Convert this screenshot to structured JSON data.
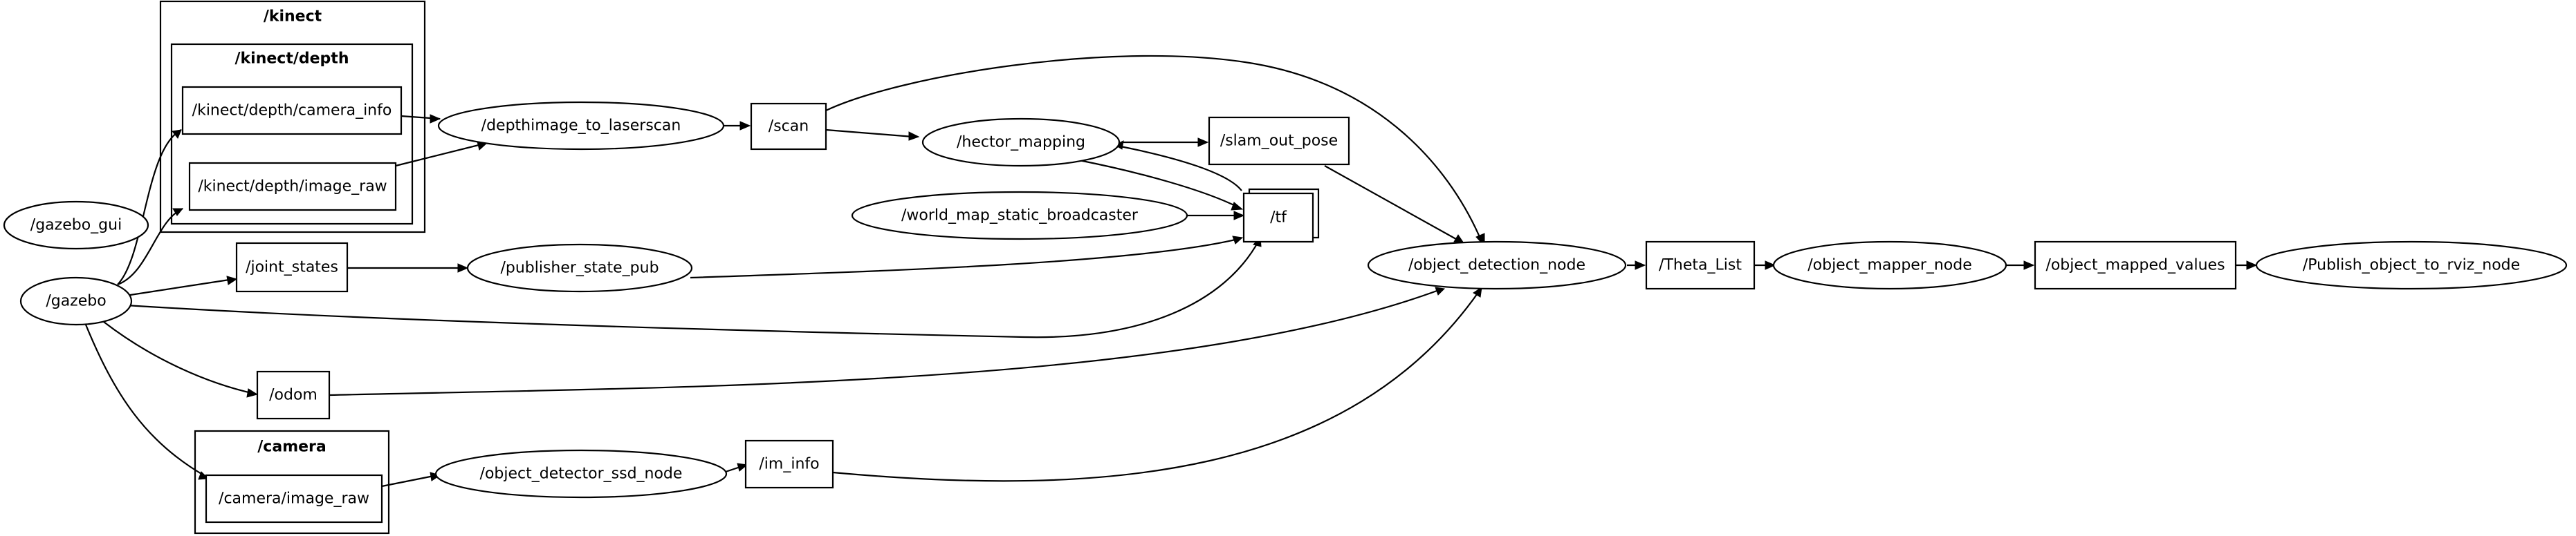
{
  "graph": {
    "clusters": {
      "kinect": "/kinect",
      "kinect_depth": "/kinect/depth",
      "camera": "/camera"
    },
    "nodes": {
      "kinect_depth_camera_info": "/kinect/depth/camera_info",
      "kinect_depth_image_raw": "/kinect/depth/image_raw",
      "gazebo_gui": "/gazebo_gui",
      "gazebo": "/gazebo",
      "depthimage_to_laserscan": "/depthimage_to_laserscan",
      "scan": "/scan",
      "hector_mapping": "/hector_mapping",
      "slam_out_pose": "/slam_out_pose",
      "world_map_static_broadcaster": "/world_map_static_broadcaster",
      "tf": "/tf",
      "joint_states": "/joint_states",
      "publisher_state_pub": "/publisher_state_pub",
      "odom": "/odom",
      "camera_image_raw": "/camera/image_raw",
      "object_detector_ssd_node": "/object_detector_ssd_node",
      "im_info": "/im_info",
      "object_detection_node": "/object_detection_node",
      "theta_list": "/Theta_List",
      "object_mapper_node": "/object_mapper_node",
      "object_mapped_values": "/object_mapped_values",
      "publish_object_to_rviz_node": "/Publish_object_to_rviz_node"
    }
  }
}
